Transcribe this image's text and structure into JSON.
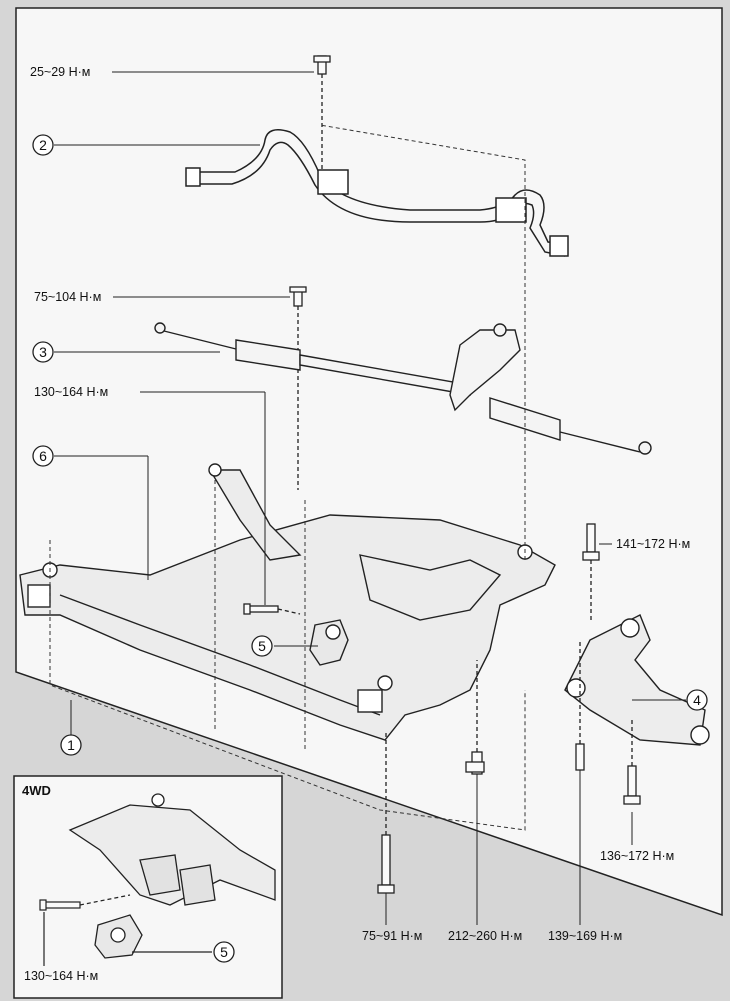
{
  "diagram": {
    "torque_labels": {
      "stabilizer_bolt": "25~29 Н·м",
      "rack_mount_bolt": "75~104 Н·м",
      "rear_mount_bolt": "130~164 Н·м",
      "arm_front_bolt": "141~172 Н·м",
      "arm_rear_bolt": "136~172 Н·м",
      "subframe_front_bolt": "75~91 Н·м",
      "subframe_center_bolt": "212~260 Н·м",
      "subframe_rear_bolt": "139~169 Н·м"
    },
    "callouts": {
      "subframe": "1",
      "stabilizer_bar": "2",
      "steering_rack": "3",
      "lower_arm": "4",
      "rear_mount": "5",
      "crossmember": "6"
    },
    "inset": {
      "title": "4WD",
      "torque": "130~164 Н·м",
      "callout": "5"
    }
  }
}
